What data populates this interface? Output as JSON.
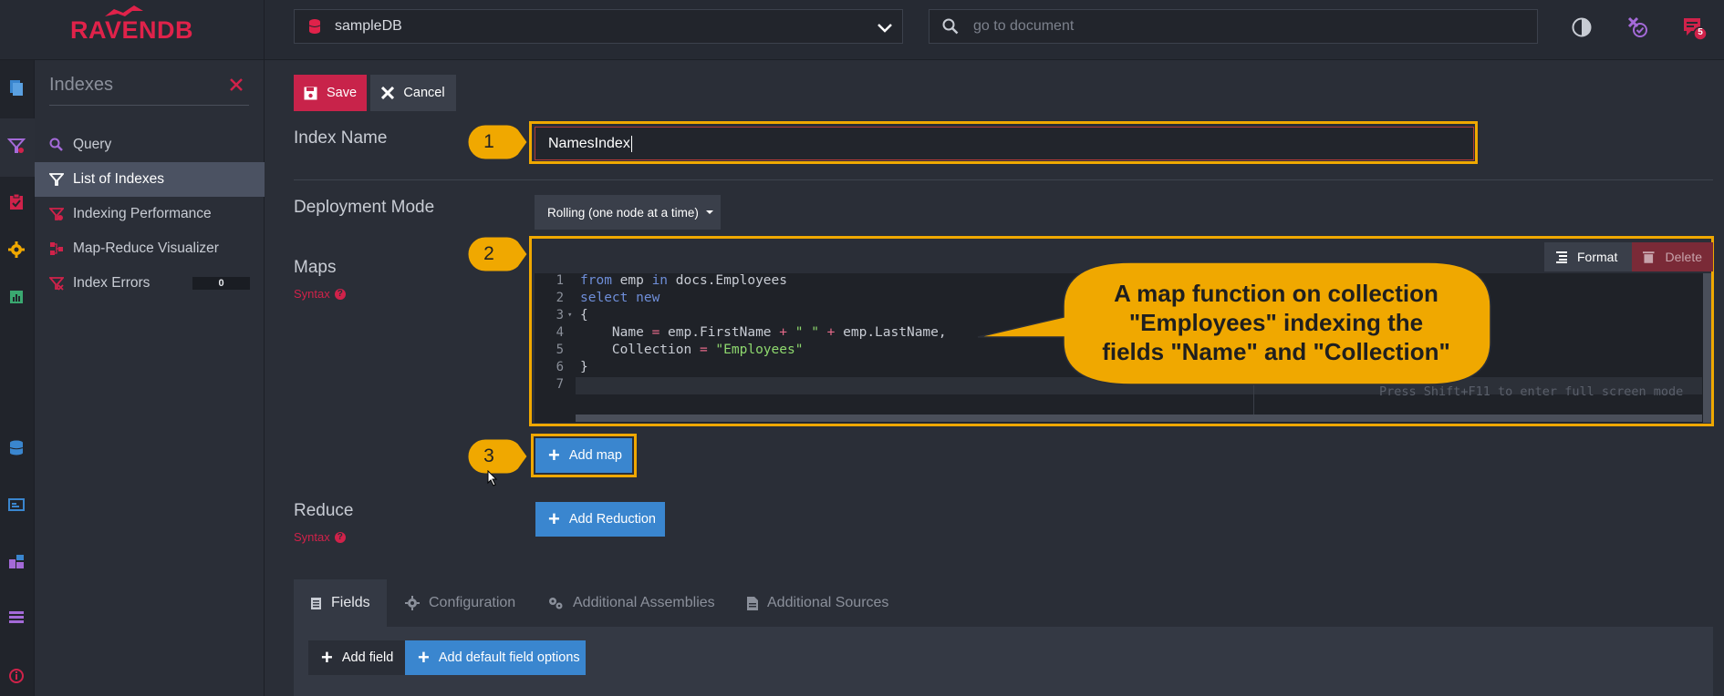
{
  "brand": {
    "logo_text": "RAVENDB",
    "accent": "#e0224a"
  },
  "topbar": {
    "db_selected": "sampleDB",
    "search_placeholder": "go to document",
    "notification_count": "5"
  },
  "submenu": {
    "title": "Indexes",
    "items": [
      {
        "label": "Query",
        "icon": "search-icon"
      },
      {
        "label": "List of Indexes",
        "icon": "index-icon",
        "active": true
      },
      {
        "label": "Indexing Performance",
        "icon": "performance-icon"
      },
      {
        "label": "Map-Reduce Visualizer",
        "icon": "map-reduce-icon"
      },
      {
        "label": "Index Errors",
        "icon": "error-icon",
        "badge": "0"
      }
    ]
  },
  "toolbar": {
    "save_label": "Save",
    "cancel_label": "Cancel"
  },
  "form": {
    "index_name_label": "Index Name",
    "index_name_value": "NamesIndex",
    "deployment_label": "Deployment Mode",
    "deployment_value": "Rolling (one node at a time)",
    "maps_label": "Maps",
    "syntax_label": "Syntax",
    "format_label": "Format",
    "delete_label": "Delete",
    "add_map_label": "Add map",
    "reduce_label": "Reduce",
    "add_reduction_label": "Add Reduction"
  },
  "editor": {
    "line_numbers": [
      "1",
      "2",
      "3",
      "4",
      "5",
      "6",
      "7"
    ],
    "hint": "Press Shift+F11 to enter full screen mode"
  },
  "callouts": {
    "step1": "1",
    "step2": "2",
    "step3": "3",
    "bubble_line1": "A map function on collection",
    "bubble_line2": "\"Employees\" indexing the",
    "bubble_line3": "fields \"Name\" and \"Collection\""
  },
  "tabs": [
    {
      "label": "Fields",
      "icon": "list-icon",
      "active": true
    },
    {
      "label": "Configuration",
      "icon": "gear-icon"
    },
    {
      "label": "Additional Assemblies",
      "icon": "gears-icon"
    },
    {
      "label": "Additional Sources",
      "icon": "file-icon"
    }
  ],
  "fields_panel": {
    "add_field_label": "Add field",
    "add_default_label": "Add default field options"
  }
}
